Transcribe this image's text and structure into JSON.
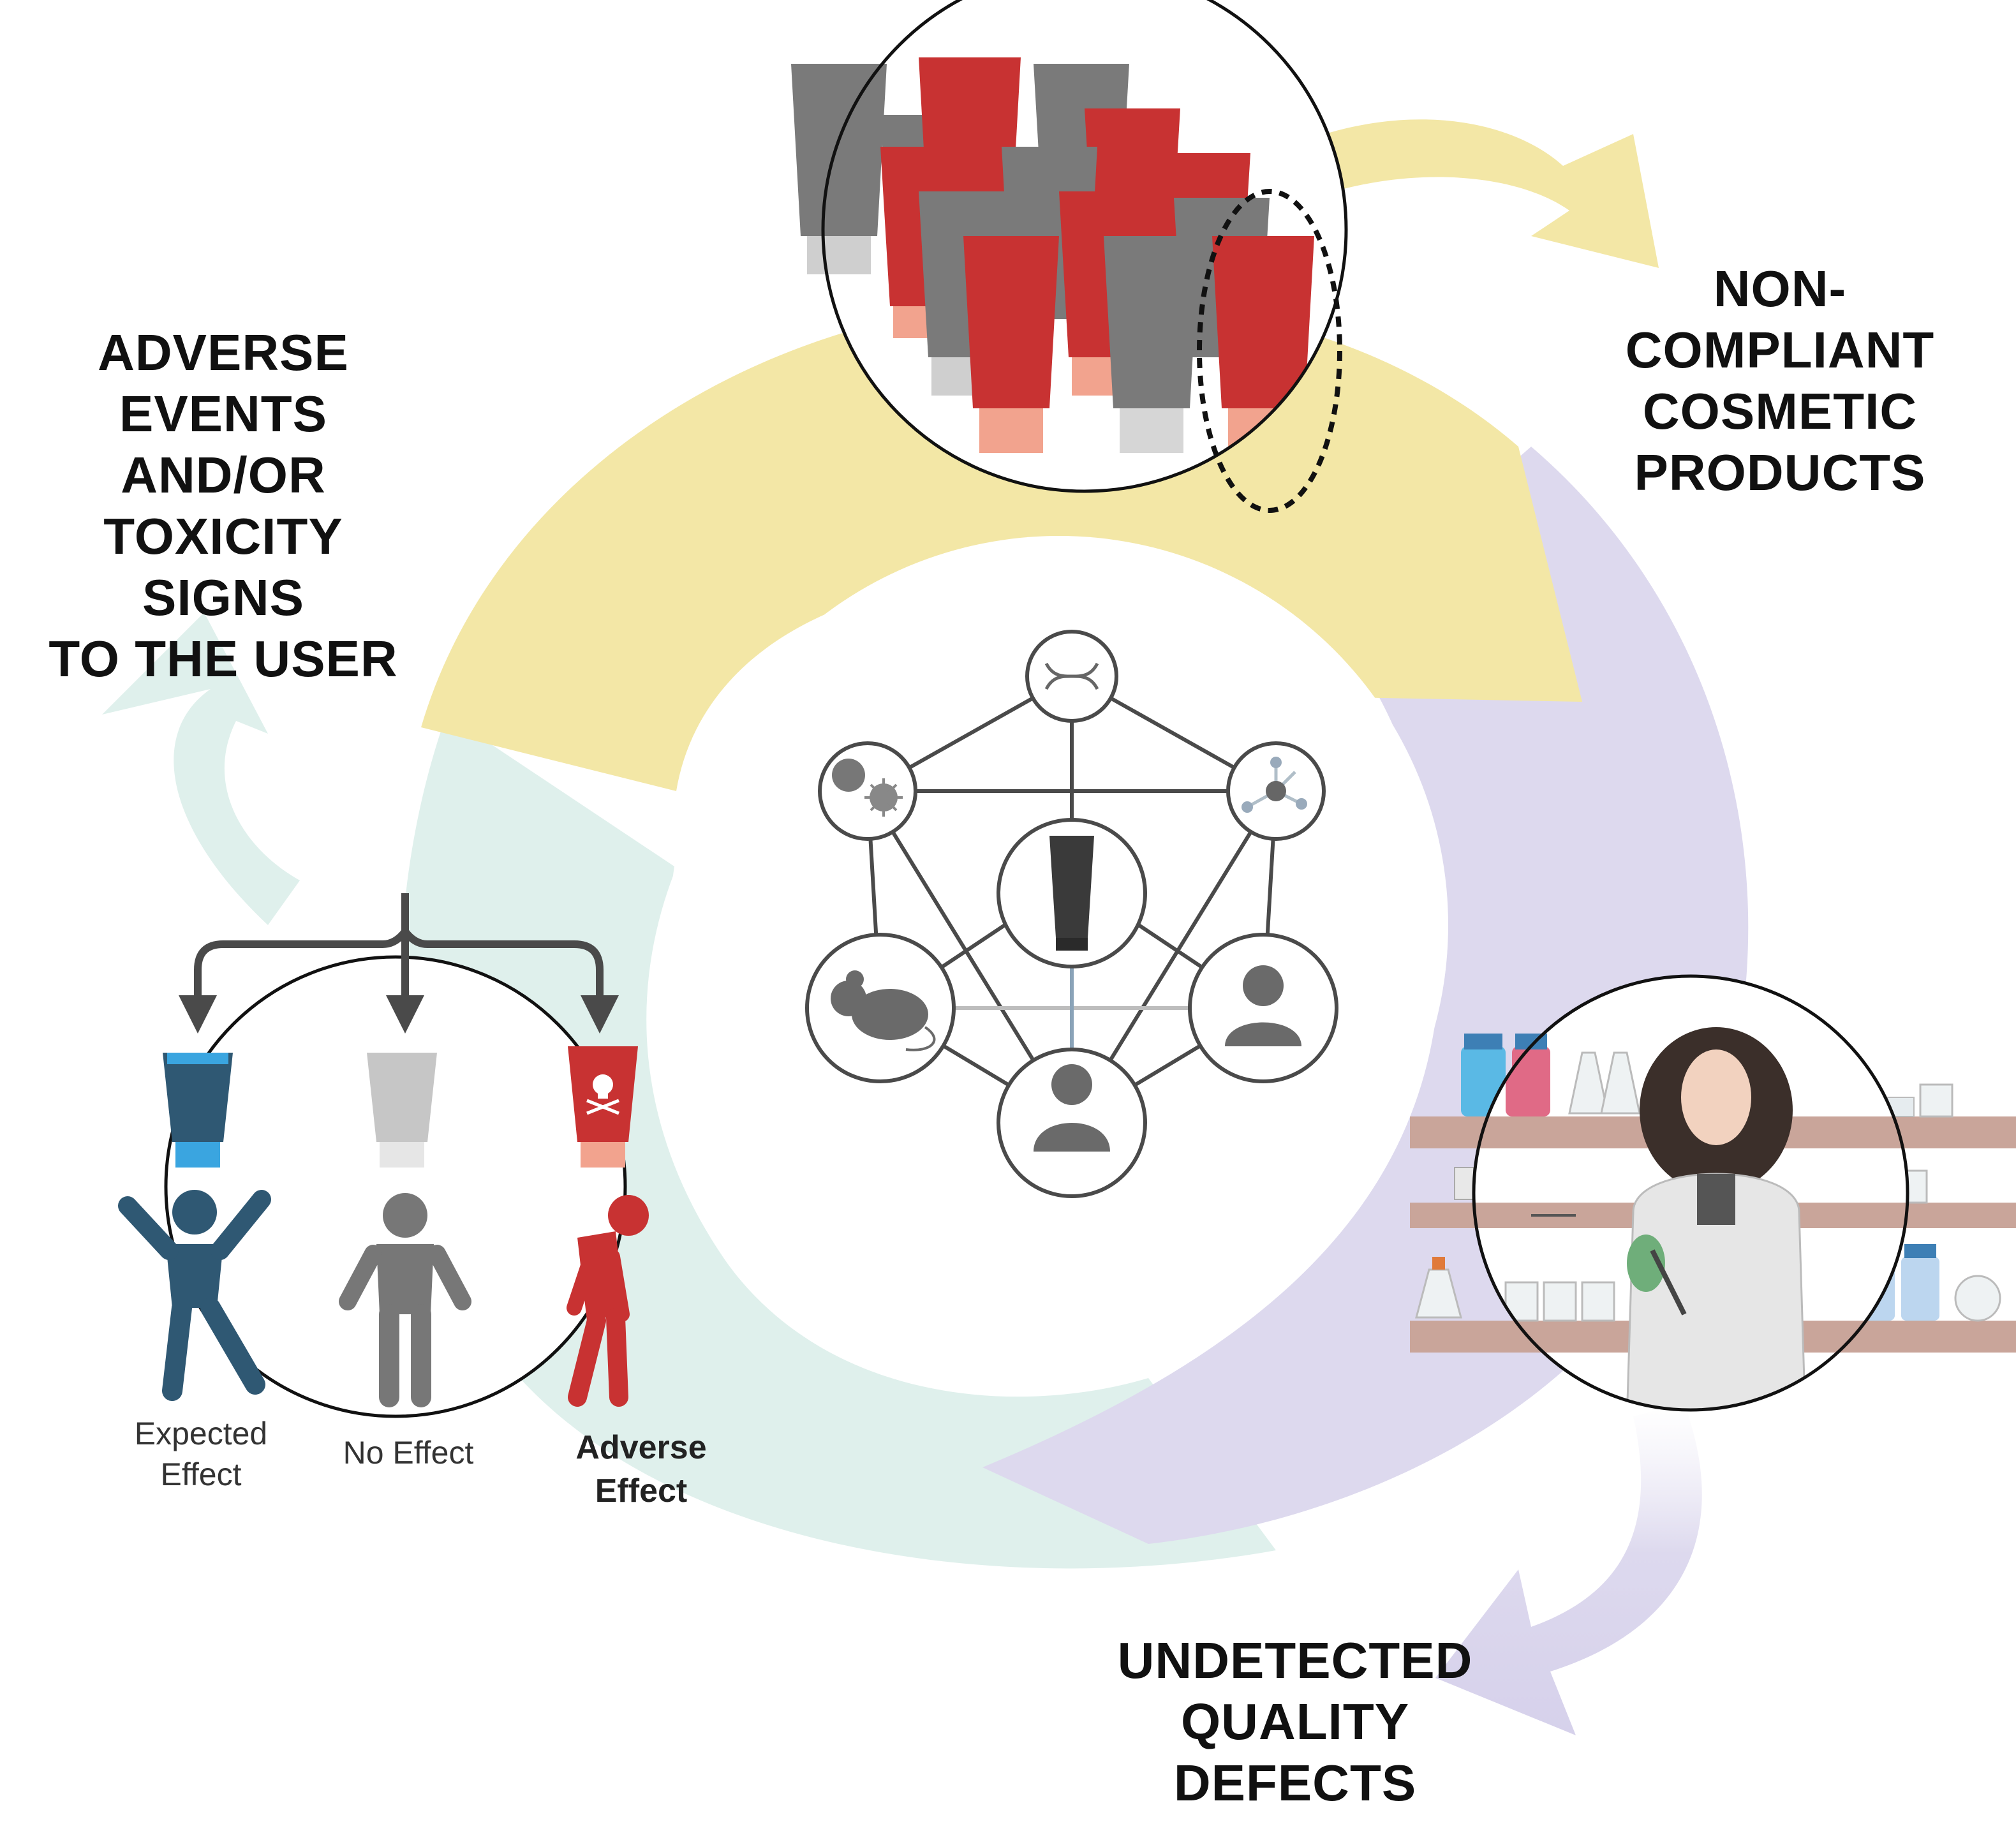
{
  "labels": {
    "adverse_events": [
      "ADVERSE",
      "EVENTS AND/OR",
      "TOXICITY SIGNS",
      "TO THE USER"
    ],
    "non_compliant": [
      "NON-",
      "COMPLIANT",
      "COSMETIC",
      "PRODUCTS"
    ],
    "undetected": [
      "UNDETECTED",
      "QUALITY",
      "DEFECTS"
    ],
    "expected_effect": [
      "Expected",
      "Effect"
    ],
    "no_effect": "No Effect",
    "adverse_effect": [
      "Adverse",
      "Effect"
    ]
  },
  "colors": {
    "yellow_arrow": "#f3e7a6",
    "purple_arrow": "#ddd9ee",
    "teal_arrow": "#dff0ec",
    "tube_red": "#c83232",
    "tube_gray": "#7a7a7a",
    "tube_blue": "#2f5873",
    "cap_pink": "#f2a38e",
    "cap_blue": "#3aa5e0",
    "shelf": "#c9a59a",
    "network_line": "#4a4a4a"
  },
  "icons": {
    "network_nodes": [
      "dna-icon",
      "cell-icon",
      "molecule-icon",
      "cosmetic-tube-icon",
      "mouse-icon",
      "person-icon",
      "person-icon"
    ],
    "figures": [
      "happy-person-icon",
      "neutral-person-icon",
      "sick-person-icon"
    ]
  }
}
